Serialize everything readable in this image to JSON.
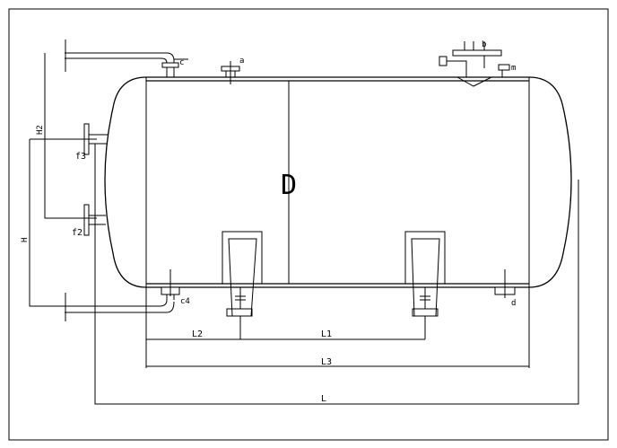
{
  "drawing": {
    "main_label": "D",
    "nozzles": {
      "top_left": "c",
      "top_mid": "a",
      "top_right_tag": "b",
      "top_right_side": "m",
      "bottom_left": "c4",
      "bottom_right": "d",
      "side_upper": "f3",
      "side_lower": "f2"
    },
    "dimensions": {
      "L": "L",
      "L1": "L1",
      "L2": "L2",
      "L3": "L3",
      "H": "H",
      "H2": "H2"
    }
  }
}
